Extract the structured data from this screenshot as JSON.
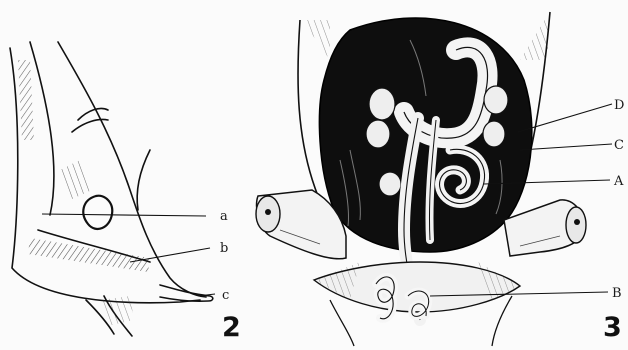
{
  "figures": [
    {
      "number": "2",
      "labels": [
        "a",
        "b",
        "c"
      ]
    },
    {
      "number": "3",
      "labels": [
        "D",
        "C",
        "A",
        "B"
      ]
    }
  ],
  "colors": {
    "ink": "#111111",
    "paper": "#fbfbfb"
  }
}
